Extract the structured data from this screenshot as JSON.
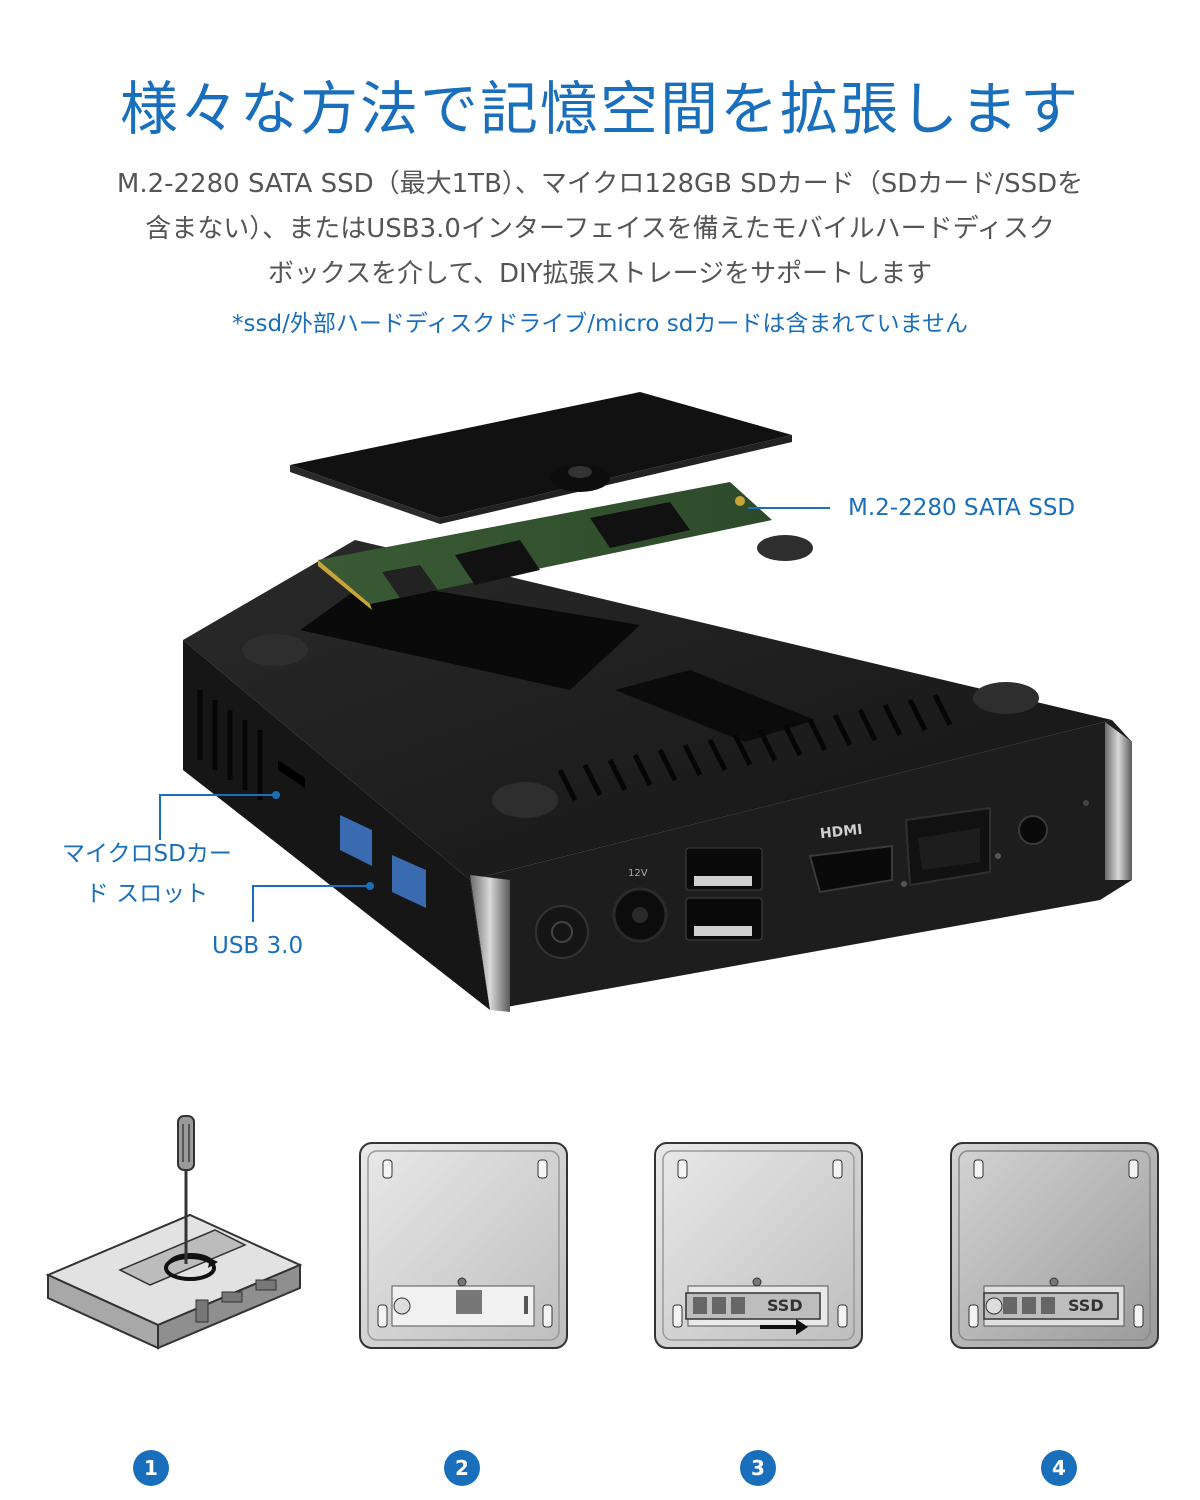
{
  "title": "様々な方法で記憶空間を拡張します",
  "description": [
    "M.2-2280 SATA SSD（最大1TB）、マイクロ128GB SDカード（SDカード/SSDを",
    "含まない）、またはUSB3.0インターフェイスを備えたモバイルハードディスク",
    "ボックスを介して、DIY拡張ストレージをサポートします"
  ],
  "note": "*ssd/外部ハードディスクドライブ/micro sdカードは含まれていません",
  "callouts": {
    "ssd": "M.2-2280 SATA SSD",
    "sd_slot_line1": "マイクロSDカー",
    "sd_slot_line2": "ド スロット",
    "usb": "USB 3.0"
  },
  "device_labels": {
    "hdmi": "HDMI",
    "dc": "12V"
  },
  "steps": [
    {
      "number": "1"
    },
    {
      "number": "2"
    },
    {
      "number": "3",
      "label": "SSD"
    },
    {
      "number": "4",
      "label": "SSD"
    }
  ],
  "colors": {
    "accent": "#1a6fbd",
    "text": "#555555",
    "device": "#1c1c1c"
  }
}
